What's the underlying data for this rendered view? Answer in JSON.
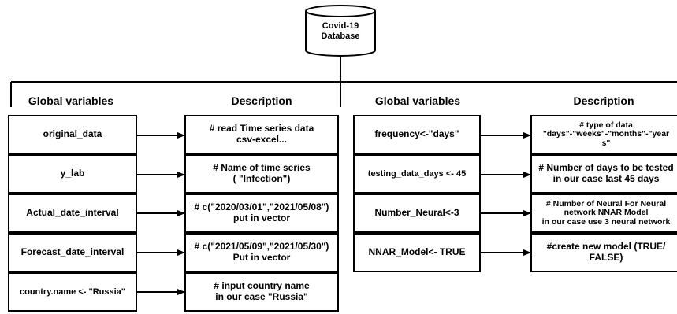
{
  "database": {
    "label_line1": "Covid-19",
    "label_line2": "Database"
  },
  "headers": {
    "left_vars": "Global variables",
    "left_desc": "Description",
    "right_vars": "Global variables",
    "right_desc": "Description"
  },
  "left_vars": [
    "original_data",
    "y_lab",
    "Actual_date_interval",
    "Forecast_date_interval",
    "country.name <- \"Russia\""
  ],
  "left_descs": [
    [
      "# read Time series data",
      "csv-excel..."
    ],
    [
      "# Name of time series",
      "( \"Infection\")"
    ],
    [
      "# c(\"2020/03/01\",\"2021/05/08\")",
      "put in vector"
    ],
    [
      "# c(\"2021/05/09\",\"2021/05/30\")",
      "Put in vector"
    ],
    [
      "# input country name",
      "in our case \"Russia\""
    ]
  ],
  "right_vars": [
    "frequency<-\"days\"",
    "testing_data_days <- 45",
    "Number_Neural<-3",
    "NNAR_Model<- TRUE"
  ],
  "right_descs": [
    [
      "# type of data",
      "\"days\"-\"weeks\"-\"months\"-\"year",
      "s\""
    ],
    [
      "# Number of days to be tested",
      "in our case last 45 days"
    ],
    [
      "# Number of Neural For Neural",
      "network NNAR Model",
      "in our case use 3 neural network"
    ],
    [
      "#create new model (TRUE/",
      "FALSE)"
    ]
  ]
}
